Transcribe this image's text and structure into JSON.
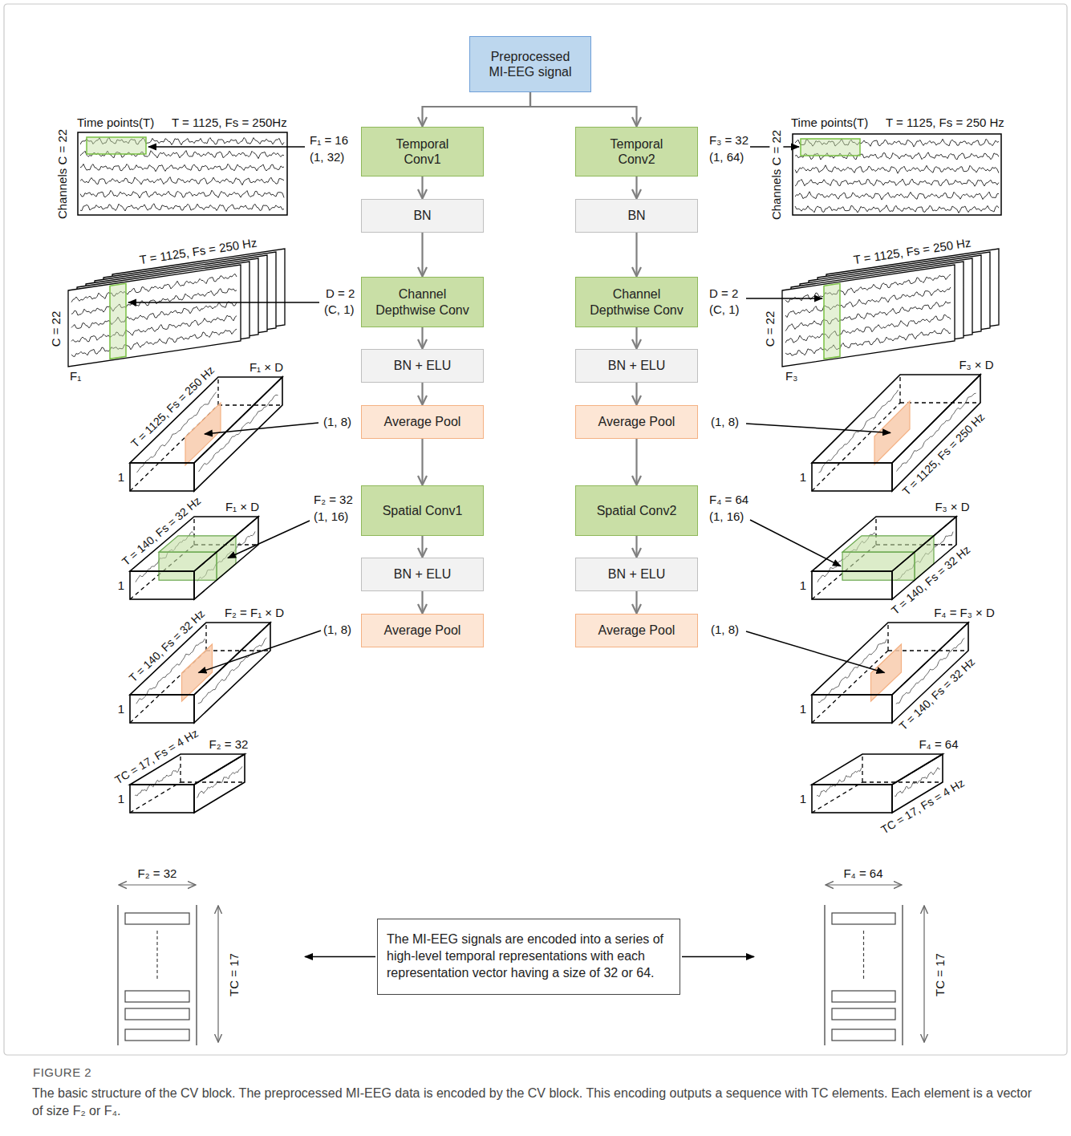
{
  "diagram": {
    "caption": "The basic structure of the CV block. The preprocessed MI-EEG data is encoded by the CV block. This encoding outputs a sequence with TC elements. Each element is a vector of size F₂ or F₄.",
    "nodes": [
      {
        "text": [
          "Preprocessed MI-EEG signal"
        ]
      },
      {
        "text": [
          "Temporal Conv1"
        ]
      },
      {
        "text": [
          "BN"
        ]
      },
      {
        "text": [
          "Channel Depthwise Conv"
        ]
      },
      {
        "text": [
          "BN + ELU"
        ]
      },
      {
        "text": [
          "Average Pool"
        ]
      },
      {
        "text": [
          "Spatial Conv1"
        ]
      },
      {
        "text": [
          "BN + ELU"
        ]
      },
      {
        "text": [
          "Average Pool"
        ]
      },
      {
        "text": [
          "Temporal Conv2"
        ]
      },
      {
        "text": [
          "BN"
        ]
      },
      {
        "text": [
          "Channel Depthwise Conv"
        ]
      },
      {
        "text": [
          "BN + ELU"
        ]
      },
      {
        "text": [
          "Average Pool"
        ]
      },
      {
        "text": [
          "Spatial Conv2"
        ]
      },
      {
        "text": [
          "BN + ELU"
        ]
      },
      {
        "text": [
          "Average Pool"
        ]
      },
      {
        "text": [
          "The MI-EEG signals are encoded into a series of high-level temporal representations with each representation vector having a size of 32 or 64."
        ]
      }
    ],
    "edges": [
      {
        "from": 0,
        "to": 1,
        "arrow": "to"
      },
      {
        "from": 1,
        "to": 2,
        "arrow": "to"
      },
      {
        "from": 2,
        "to": 3,
        "arrow": "to"
      },
      {
        "from": 3,
        "to": 4,
        "arrow": "to"
      },
      {
        "from": 4,
        "to": 5,
        "arrow": "to"
      },
      {
        "from": 5,
        "to": 6,
        "arrow": "to"
      },
      {
        "from": 6,
        "to": 7,
        "arrow": "to"
      },
      {
        "from": 7,
        "to": 8,
        "arrow": "to"
      },
      {
        "from": 0,
        "to": 9,
        "arrow": "to"
      },
      {
        "from": 9,
        "to": 10,
        "arrow": "to"
      },
      {
        "from": 10,
        "to": 11,
        "arrow": "to"
      },
      {
        "from": 11,
        "to": 12,
        "arrow": "to"
      },
      {
        "from": 12,
        "to": 13,
        "arrow": "to"
      },
      {
        "from": 13,
        "to": 14,
        "arrow": "to"
      },
      {
        "from": 14,
        "to": 15,
        "arrow": "to"
      },
      {
        "from": 15,
        "to": 16,
        "arrow": "to"
      }
    ],
    "labels": [
      "Channels C = 22",
      "Time points(T)",
      "T = 1125, Fs = 250Hz",
      "F₁ = 16",
      "(1, 32)",
      "T = 1125, Fs = 250 Hz",
      "C = 22",
      "F₁",
      "D = 2",
      "(C, 1)",
      "F₁ × D",
      "T = 1125, Fs = 250 Hz",
      "1",
      "(1, 8)",
      "F₁ × D",
      "T = 140, Fs = 32 Hz",
      "1",
      "F₂ = 32",
      "(1, 16)",
      "F₂ = F₁ × D",
      "T = 140, Fs = 32 Hz",
      "1",
      "(1, 8)",
      "F₂ = 32",
      "TC = 17, Fs = 4 Hz",
      "1",
      "F₂ = 32",
      "TC = 17",
      "Channels C = 22",
      "Time points(T)",
      "T = 1125, Fs = 250 Hz",
      "F₃ = 32",
      "(1, 64)",
      "T = 1125, Fs = 250 Hz",
      "C = 22",
      "F₃",
      "D = 2",
      "(C, 1)",
      "F₃ × D",
      "T = 1125, Fs = 250 Hz",
      "1",
      "(1, 8)",
      "F₃ × D",
      "T = 140, Fs = 32 Hz",
      "1",
      "F₄ = 64",
      "(1, 16)",
      "F₄ = F₃ × D",
      "T = 140, Fs = 32 Hz",
      "1",
      "(1, 8)",
      "F₄ = 64",
      "TC = 17, Fs = 4 Hz",
      "1",
      "F₄ = 64",
      "TC = 17",
      "FIGURE 2"
    ]
  }
}
